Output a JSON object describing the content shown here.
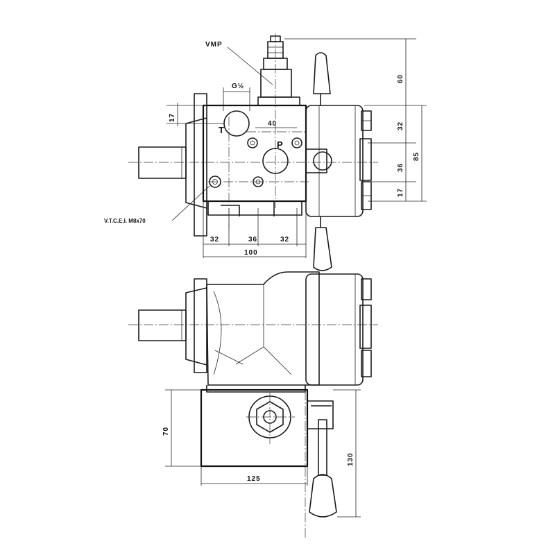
{
  "labels": {
    "vmp": "VMP",
    "g_half": "G½",
    "t_port": "T",
    "p_port": "P",
    "screw_spec": "V.T.C.E.I. M8x70"
  },
  "dimensions": {
    "d40": "40",
    "d17_left": "17",
    "d60": "60",
    "d32_right": "32",
    "d36_right": "36",
    "d85": "85",
    "d17_right": "17",
    "d32_a": "32",
    "d36_bottom": "36",
    "d32_b": "32",
    "d100": "100",
    "d70": "70",
    "d125": "125",
    "d130": "130"
  }
}
